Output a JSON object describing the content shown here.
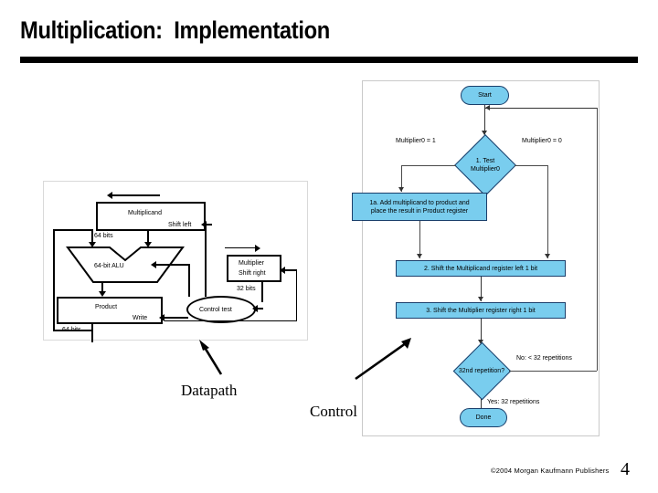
{
  "slide": {
    "title": "Multiplication:  Implementation",
    "number": "4",
    "copyright": "©2004 Morgan Kaufmann Publishers"
  },
  "annotations": {
    "datapath_label": "Datapath",
    "control_label": "Control"
  },
  "datapath": {
    "multiplicand_box": "Multiplicand",
    "shift_left_label": "Shift left",
    "bits_multiplicand": "64 bits",
    "alu_label": "64-bit ALU",
    "product_box": "Product",
    "write_label": "Write",
    "bits_product": "64 bits",
    "multiplier_box_line1": "Multiplier",
    "multiplier_box_line2": "Shift right",
    "bits_multiplier": "32 bits",
    "control_test": "Control test"
  },
  "flowchart": {
    "start": "Start",
    "test_line1": "1. Test",
    "test_line2": "Multiplier0",
    "branch_left": "Multiplier0 = 1",
    "branch_right": "Multiplier0 = 0",
    "step_1a_line1": "1a.  Add multiplicand to product and",
    "step_1a_line2": "place the result in Product register",
    "step_2": "2.  Shift the Multiplicand register left 1 bit",
    "step_3": "3.  Shift the Multiplier register right 1 bit",
    "loop_test": "32nd repetition?",
    "loop_no": "No: < 32 repetitions",
    "loop_yes": "Yes: 32 repetitions",
    "done": "Done"
  },
  "colors": {
    "node_fill": "#79cdee",
    "node_border": "#1b3f6b",
    "rule": "#000000"
  }
}
